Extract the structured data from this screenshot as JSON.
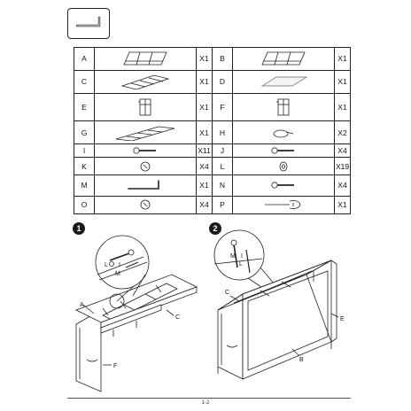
{
  "parts": [
    {
      "left": {
        "letter": "A",
        "qty": "X1",
        "icon": "frame-panel-icon"
      },
      "right": {
        "letter": "B",
        "qty": "X1",
        "icon": "frame-panel-icon"
      }
    },
    {
      "left": {
        "letter": "C",
        "qty": "X1",
        "icon": "shelf-frame-icon"
      },
      "right": {
        "letter": "D",
        "qty": "X1",
        "icon": "glass-panel-icon"
      }
    },
    {
      "left": {
        "letter": "E",
        "qty": "X1",
        "icon": "side-panel-icon"
      },
      "right": {
        "letter": "F",
        "qty": "X1",
        "icon": "side-panel-icon"
      }
    },
    {
      "left": {
        "letter": "G",
        "qty": "X1",
        "icon": "long-shelf-icon"
      },
      "right": {
        "letter": "H",
        "qty": "X2",
        "icon": "cable-clip-icon"
      }
    },
    {
      "left": {
        "letter": "I",
        "qty": "X11",
        "icon": "bolt-icon"
      },
      "right": {
        "letter": "J",
        "qty": "X4",
        "icon": "bolt-icon"
      }
    },
    {
      "left": {
        "letter": "K",
        "qty": "X4",
        "icon": "cam-lock-icon"
      },
      "right": {
        "letter": "L",
        "qty": "X19",
        "icon": "washer-icon"
      }
    },
    {
      "left": {
        "letter": "M",
        "qty": "X1",
        "icon": "allen-key-icon"
      },
      "right": {
        "letter": "N",
        "qty": "X4",
        "icon": "bolt-icon"
      }
    },
    {
      "left": {
        "letter": "O",
        "qty": "X4",
        "icon": "cam-lock-icon"
      },
      "right": {
        "letter": "P",
        "qty": "X1",
        "icon": "wrench-icon"
      }
    }
  ],
  "steps": [
    {
      "number": "1",
      "labels": {
        "l": "L",
        "i": "I",
        "m": "M",
        "a": "A",
        "c": "C",
        "f": "F"
      }
    },
    {
      "number": "2",
      "labels": {
        "m": "M",
        "i": "I",
        "l": "L",
        "c": "C",
        "e": "E",
        "b": "B"
      }
    }
  ],
  "page_number": "1-2"
}
